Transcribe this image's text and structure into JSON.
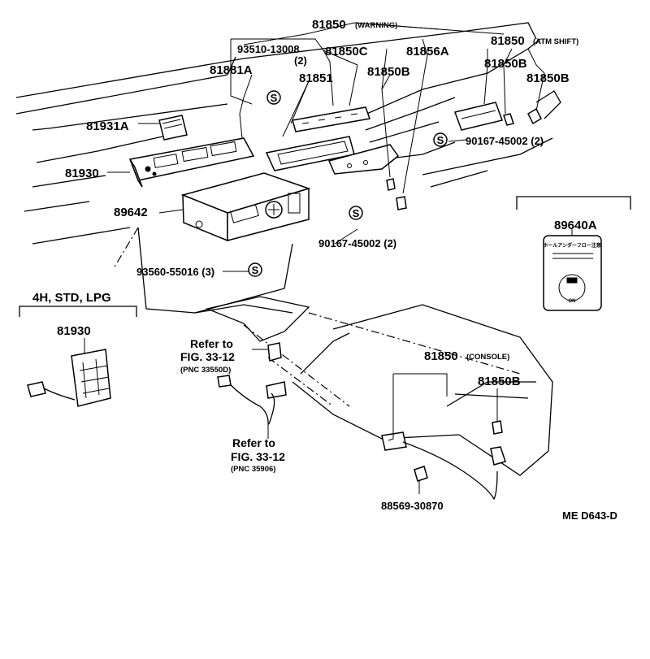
{
  "labels": {
    "p81850_warning_num": "81850",
    "p81850_warning_note": "(WARNING)",
    "p93510_13008": "93510-13008",
    "p93510_qty": "(2)",
    "p81850C": "81850C",
    "p81856A": "81856A",
    "p81850_atm_num": "81850",
    "p81850_atm_note": "(ATM SHIFT)",
    "p81881A": "81881A",
    "p81851": "81851",
    "p81850B_top": "81850B",
    "p81850B_atm1": "81850B",
    "p81850B_atm2": "81850B",
    "p81931A": "81931A",
    "p81930_main": "81930",
    "p90167_top": "90167-45002 (2)",
    "p89642": "89642",
    "p90167_mid": "90167-45002 (2)",
    "p89640A": "89640A",
    "p93560": "93560-55016 (3)",
    "variant": "4H, STD, LPG",
    "p81930_variant": "81930",
    "ref1_a": "Refer to",
    "ref1_b": "FIG. 33-12",
    "ref1_c": "(PNC 33550D)",
    "p81850_console_num": "81850",
    "p81850_console_note": "(CONSOLE)",
    "p81850B_console": "81850B",
    "ref2_a": "Refer to",
    "ref2_b": "FIG. 33-12",
    "ref2_c": "(PNC 35906)",
    "p88569": "88569-30870",
    "diagram_code": "ME  D643-D"
  },
  "symbols": {
    "fastener_mark": "S"
  },
  "label_sticker_text": "ホールアンダーフロー注意"
}
